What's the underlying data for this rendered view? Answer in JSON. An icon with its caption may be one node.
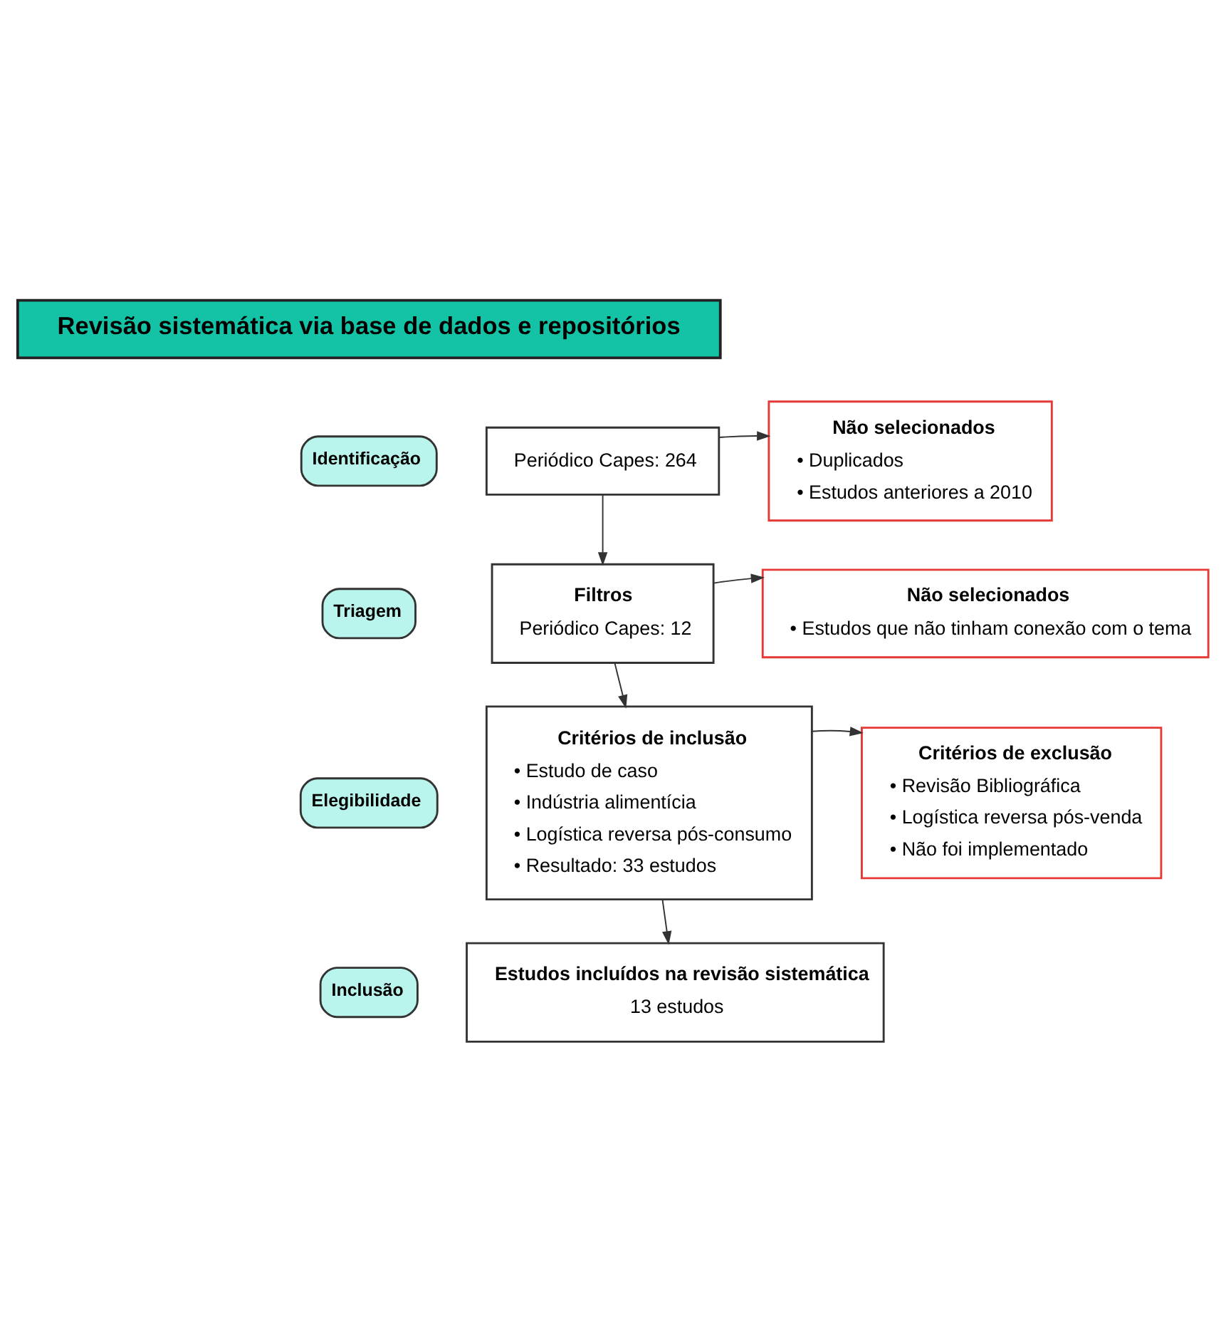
{
  "diagram": {
    "nodes": [
      {
        "text": [
          "Revisão sistemática via base de dados e repositórios"
        ]
      },
      {
        "text": [
          "Identificação"
        ]
      },
      {
        "text": [
          "Periódico Capes: 264"
        ]
      },
      {
        "text": [
          "Não selecionados",
          "• Duplicados",
          "• Estudos anteriores a 2010"
        ]
      },
      {
        "text": [
          "Triagem"
        ]
      },
      {
        "text": [
          "Filtros",
          "Periódico Capes: 12"
        ]
      },
      {
        "text": [
          "Não selecionados",
          "• Estudos que não tinham conexão com o tema"
        ]
      },
      {
        "text": [
          "Elegibilidade"
        ]
      },
      {
        "text": [
          "Critérios de inclusão",
          "• Estudo de caso",
          "• Indústria alimentícia",
          "• Logística reversa pós-consumo",
          "• Resultado: 33 estudos"
        ]
      },
      {
        "text": [
          "Critérios de exclusão",
          "• Revisão Bibliográfica",
          "• Logística reversa pós-venda",
          "• Não foi implementado"
        ]
      },
      {
        "text": [
          "Inclusão"
        ]
      },
      {
        "text": [
          "Estudos incluídos na revisão sistemática",
          "13 estudos"
        ]
      }
    ],
    "edges": [
      {
        "from": 2,
        "to": 5,
        "arrow": "to"
      },
      {
        "from": 2,
        "to": 3,
        "arrow": "to"
      },
      {
        "from": 5,
        "to": 8,
        "arrow": "to"
      },
      {
        "from": 5,
        "to": 6,
        "arrow": "to"
      },
      {
        "from": 8,
        "to": 11,
        "arrow": "to"
      },
      {
        "from": 8,
        "to": 9,
        "arrow": "to"
      }
    ]
  }
}
